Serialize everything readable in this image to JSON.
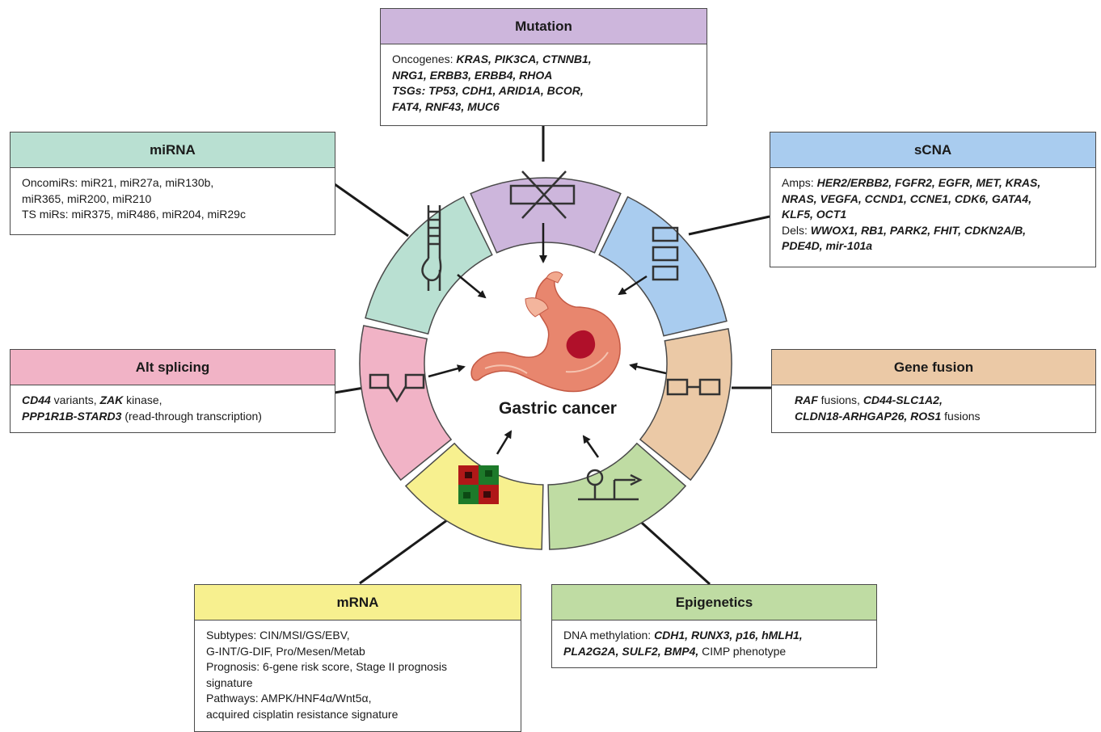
{
  "center_label": "Gastric cancer",
  "colors": {
    "mutation": "#cdb6dc",
    "sCNA": "#a9ccef",
    "gene_fusion": "#ebc9a6",
    "epigenetics": "#bfdca3",
    "mrna": "#f7f08f",
    "alt_splicing": "#f1b3c6",
    "mirna": "#b9e0d2",
    "stomach": "#e8866e",
    "tumor": "#b0102a"
  },
  "boxes": {
    "mutation": {
      "title": "Mutation",
      "lines": [
        [
          {
            "t": "Oncogenes: ",
            "s": "n"
          },
          {
            "t": "KRAS, PIK3CA, CTNNB1,",
            "s": "i"
          }
        ],
        [
          {
            "t": "NRG1, ERBB3, ERBB4, RHOA",
            "s": "i"
          }
        ],
        [
          {
            "t": "TSGs: TP53, CDH1, ARID1A, BCOR,",
            "s": "i"
          }
        ],
        [
          {
            "t": "FAT4, RNF43, MUC6",
            "s": "i"
          }
        ]
      ]
    },
    "mirna": {
      "title": "miRNA",
      "lines": [
        [
          {
            "t": "OncomiRs: miR21,  miR27a,  miR130b,",
            "s": "n"
          }
        ],
        [
          {
            "t": "miR365,  miR200,  miR210",
            "s": "n"
          }
        ],
        [
          {
            "t": "TS miRs: miR375,  miR486, miR204, miR29c",
            "s": "n"
          }
        ]
      ]
    },
    "scna": {
      "title": "sCNA",
      "lines": [
        [
          {
            "t": "Amps: ",
            "s": "n"
          },
          {
            "t": "HER2/ERBB2, FGFR2, EGFR, MET, KRAS,",
            "s": "i"
          }
        ],
        [
          {
            "t": "NRAS, VEGFA, CCND1, CCNE1, CDK6, GATA4,",
            "s": "i"
          }
        ],
        [
          {
            "t": "KLF5, OCT1",
            "s": "i"
          }
        ],
        [
          {
            "t": "Dels: ",
            "s": "n"
          },
          {
            "t": "WWOX1, RB1, PARK2, FHIT, CDKN2A/B,",
            "s": "i"
          }
        ],
        [
          {
            "t": "PDE4D, mir-101a",
            "s": "i"
          }
        ]
      ]
    },
    "alt_splicing": {
      "title": "Alt splicing",
      "lines": [
        [
          {
            "t": "CD44",
            "s": "i"
          },
          {
            "t": " variants,  ",
            "s": "n"
          },
          {
            "t": "ZAK",
            "s": "i"
          },
          {
            "t": " kinase,",
            "s": "n"
          }
        ],
        [
          {
            "t": "PPP1R1B-STARD3",
            "s": "i"
          },
          {
            "t": " (read-through transcription)",
            "s": "n"
          }
        ]
      ]
    },
    "gene_fusion": {
      "title": "Gene fusion",
      "lines": [
        [
          {
            "t": "RAF",
            "s": "i"
          },
          {
            "t": " fusions, ",
            "s": "n"
          },
          {
            "t": "CD44-SLC1A2,",
            "s": "i"
          }
        ],
        [
          {
            "t": "CLDN18-ARHGAP26, ROS1",
            "s": "i"
          },
          {
            "t": " fusions",
            "s": "n"
          }
        ]
      ]
    },
    "mrna": {
      "title": "mRNA",
      "lines": [
        [
          {
            "t": "Subtypes: CIN/MSI/GS/EBV,",
            "s": "n"
          }
        ],
        [
          {
            "t": "G-INT/G-DIF, Pro/Mesen/Metab",
            "s": "n"
          }
        ],
        [
          {
            "t": "Prognosis: 6-gene risk score, Stage II prognosis",
            "s": "n"
          }
        ],
        [
          {
            "t": "signature",
            "s": "n"
          }
        ],
        [
          {
            "t": "Pathways: AMPK/HNF4α/Wnt5α,",
            "s": "n"
          }
        ],
        [
          {
            "t": "acquired cisplatin resistance signature",
            "s": "n"
          }
        ]
      ]
    },
    "epigenetics": {
      "title": "Epigenetics",
      "lines": [
        [
          {
            "t": "DNA methylation:  ",
            "s": "n"
          },
          {
            "t": "CDH1, RUNX3, p16, hMLH1,",
            "s": "i"
          }
        ],
        [
          {
            "t": "PLA2G2A, SULF2, BMP4,",
            "s": "i"
          },
          {
            "t": " CIMP phenotype",
            "s": "n"
          }
        ]
      ]
    }
  }
}
